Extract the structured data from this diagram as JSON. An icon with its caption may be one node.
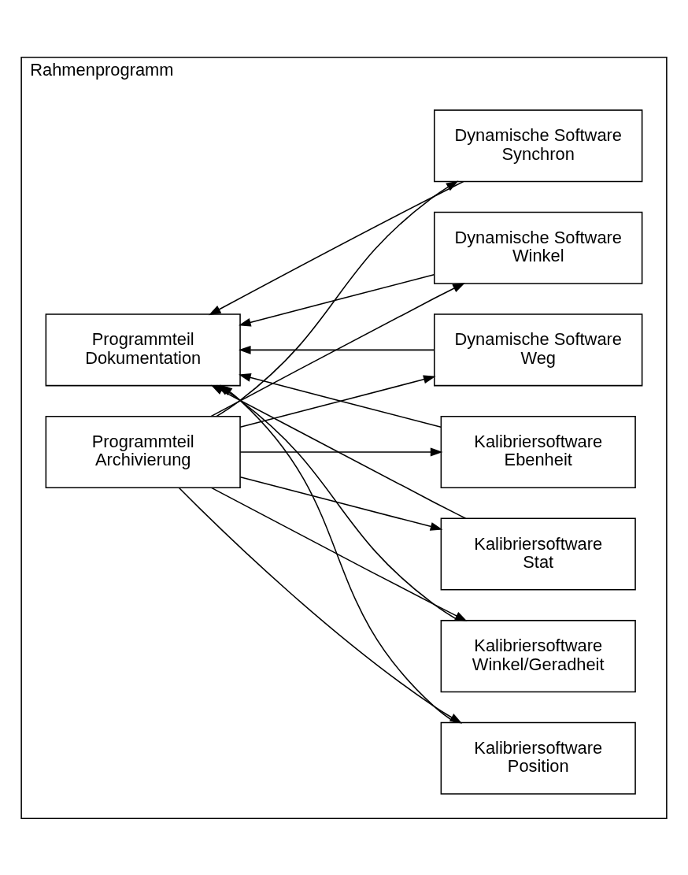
{
  "diagram": {
    "nodes": [
      {
        "text": [
          "Rahmenprogramm"
        ]
      },
      {
        "text": [
          "Programmteil",
          "Dokumentation"
        ],
        "in": 0
      },
      {
        "text": [
          "Programmteil",
          "Archivierung"
        ],
        "in": 0
      },
      {
        "text": [
          "Kalibriersoftware",
          "Position"
        ],
        "in": 0
      },
      {
        "text": [
          "Kalibriersoftware",
          "Winkel/Geradheit"
        ],
        "in": 0
      },
      {
        "text": [
          "Kalibriersoftware",
          "Stat"
        ],
        "in": 0
      },
      {
        "text": [
          "Kalibriersoftware",
          "Ebenheit"
        ],
        "in": 0
      },
      {
        "text": [
          "Dynamische Software",
          "Weg"
        ],
        "in": 0
      },
      {
        "text": [
          "Dynamische Software",
          "Winkel"
        ],
        "in": 0
      },
      {
        "text": [
          "Dynamische Software",
          "Synchron"
        ],
        "in": 0
      }
    ],
    "edges": [
      {
        "from": 3,
        "to": 1,
        "arrow": "to"
      },
      {
        "from": 2,
        "to": 3,
        "arrow": "to"
      },
      {
        "from": 4,
        "to": 1,
        "arrow": "to"
      },
      {
        "from": 2,
        "to": 4,
        "arrow": "to"
      },
      {
        "from": 5,
        "to": 1,
        "arrow": "to"
      },
      {
        "from": 2,
        "to": 5,
        "arrow": "to"
      },
      {
        "from": 6,
        "to": 1,
        "arrow": "to"
      },
      {
        "from": 2,
        "to": 6,
        "arrow": "to"
      },
      {
        "from": 7,
        "to": 1,
        "arrow": "to"
      },
      {
        "from": 2,
        "to": 7,
        "arrow": "to"
      },
      {
        "from": 8,
        "to": 1,
        "arrow": "to"
      },
      {
        "from": 2,
        "to": 8,
        "arrow": "to"
      },
      {
        "from": 9,
        "to": 1,
        "arrow": "to"
      },
      {
        "from": 2,
        "to": 9,
        "arrow": "to"
      }
    ]
  }
}
